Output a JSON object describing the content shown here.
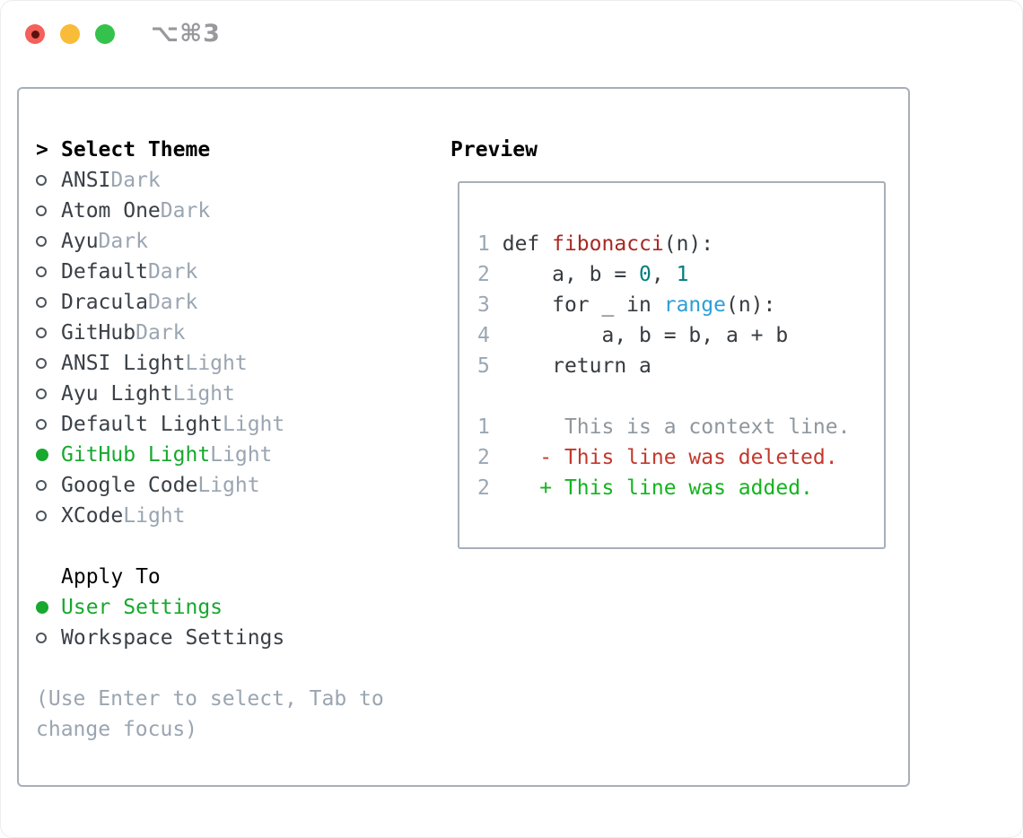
{
  "titlebar": {
    "title": "⌥⌘3",
    "traffic_lights": [
      {
        "name": "close",
        "color": "#f4605a"
      },
      {
        "name": "minimize",
        "color": "#f8bc38"
      },
      {
        "name": "zoom",
        "color": "#35c24c"
      }
    ]
  },
  "theme_selector": {
    "prompt": ">",
    "heading": "Select Theme",
    "themes": [
      {
        "name": "ANSI",
        "variant": "Dark",
        "selected": false
      },
      {
        "name": "Atom One",
        "variant": "Dark",
        "selected": false
      },
      {
        "name": "Ayu",
        "variant": "Dark",
        "selected": false
      },
      {
        "name": "Default",
        "variant": "Dark",
        "selected": false
      },
      {
        "name": "Dracula",
        "variant": "Dark",
        "selected": false
      },
      {
        "name": "GitHub",
        "variant": "Dark",
        "selected": false
      },
      {
        "name": "ANSI Light",
        "variant": "Light",
        "selected": false
      },
      {
        "name": "Ayu Light",
        "variant": "Light",
        "selected": false
      },
      {
        "name": "Default Light",
        "variant": "Light",
        "selected": false
      },
      {
        "name": "GitHub Light",
        "variant": "Light",
        "selected": true
      },
      {
        "name": "Google Code",
        "variant": "Light",
        "selected": false
      },
      {
        "name": "XCode",
        "variant": "Light",
        "selected": false
      }
    ],
    "apply_to": {
      "heading": "Apply To",
      "options": [
        {
          "name": "User Settings",
          "selected": true
        },
        {
          "name": "Workspace Settings",
          "selected": false
        }
      ]
    },
    "hint": "(Use Enter to select, Tab to change focus)"
  },
  "preview": {
    "heading": "Preview",
    "code_lines": [
      {
        "segments": []
      },
      {
        "segments": [
          [
            "1",
            "ln"
          ],
          [
            " ",
            "pl"
          ],
          [
            "def ",
            "kw"
          ],
          [
            "fibonacci",
            "fn"
          ],
          [
            "(n):",
            "pl"
          ]
        ]
      },
      {
        "segments": [
          [
            "2",
            "ln"
          ],
          [
            "     a, b = ",
            "pl"
          ],
          [
            "0",
            "num"
          ],
          [
            ", ",
            "pl"
          ],
          [
            "1",
            "num"
          ]
        ]
      },
      {
        "segments": [
          [
            "3",
            "ln"
          ],
          [
            "     for _ in ",
            "pl"
          ],
          [
            "range",
            "bi"
          ],
          [
            "(n):",
            "pl"
          ]
        ]
      },
      {
        "segments": [
          [
            "4",
            "ln"
          ],
          [
            "         a, b = b, a + b",
            "pl"
          ]
        ]
      },
      {
        "segments": [
          [
            "5",
            "ln"
          ],
          [
            "     return a",
            "pl"
          ]
        ]
      },
      {
        "segments": []
      },
      {
        "segments": [
          [
            "1",
            "ln"
          ],
          [
            "      This is a context line.",
            "ctx"
          ]
        ]
      },
      {
        "segments": [
          [
            "2",
            "ln"
          ],
          [
            "    - This line was deleted.",
            "del"
          ]
        ]
      },
      {
        "segments": [
          [
            "2",
            "ln"
          ],
          [
            "    + This line was added.",
            "add"
          ]
        ]
      }
    ]
  },
  "colors": {
    "border": "#a8afb9",
    "selection_green": "#17a82e",
    "muted_gray": "#9aa5b1",
    "item_text": "#3a4047",
    "titlebar_text": "#98989d",
    "traffic_red": "#f4605a",
    "traffic_red_dot": "#5c120f",
    "traffic_yellow": "#f8bc38",
    "traffic_green": "#35c24c",
    "line_number": "#9aa7b4",
    "code_plain": "#363b40",
    "code_function_red": "#a82823",
    "code_number_teal": "#007d7f",
    "code_builtin_blue": "#2b9fd6",
    "diff_context": "#8f979e",
    "diff_deleted": "#c2382c",
    "diff_added": "#14b41e"
  }
}
